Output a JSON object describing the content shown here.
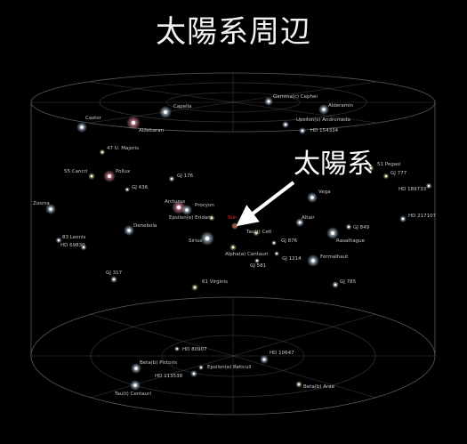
{
  "title": "太陽系周辺",
  "callout_label": "太陽系",
  "colors": {
    "background": "#000000",
    "grid": "#5a5a5a",
    "star": "#ffffff",
    "star_glow_white": "#cfe6ff",
    "star_glow_yellow": "#e8f5a0",
    "star_glow_pink": "#ff9ab0",
    "sun_marker": "#e03030",
    "arrow": "#ffffff",
    "label": "#c9c9c9"
  },
  "stars": [
    {
      "name": "Gamma(c) Cephei",
      "color": "white"
    },
    {
      "name": "Alderamin",
      "color": "white"
    },
    {
      "name": "Capella",
      "color": "white"
    },
    {
      "name": "Castor",
      "color": "white"
    },
    {
      "name": "Aldebaran",
      "color": "pink"
    },
    {
      "name": "Upsilon(s) Andromeda",
      "color": "white"
    },
    {
      "name": "HD 154334",
      "color": "white"
    },
    {
      "name": "47 U. Majoris",
      "color": "yellow"
    },
    {
      "name": "55 Cancri",
      "color": "yellow"
    },
    {
      "name": "Pollux",
      "color": "pink"
    },
    {
      "name": "GJ 176",
      "color": "white"
    },
    {
      "name": "GJ 436",
      "color": "white"
    },
    {
      "name": "51 Pegasi",
      "color": "yellow"
    },
    {
      "name": "GJ 777",
      "color": "yellow"
    },
    {
      "name": "HD 189733",
      "color": "white"
    },
    {
      "name": "Vega",
      "color": "white"
    },
    {
      "name": "Arcturus",
      "color": "pink"
    },
    {
      "name": "Procyon",
      "color": "white"
    },
    {
      "name": "Zosma",
      "color": "white"
    },
    {
      "name": "Denebola",
      "color": "white"
    },
    {
      "name": "Epsilon(e) Eridani",
      "color": "white"
    },
    {
      "name": "Sirius",
      "color": "white"
    },
    {
      "name": "Tau(t) Ceti",
      "color": "yellow"
    },
    {
      "name": "Altair",
      "color": "white"
    },
    {
      "name": "GJ 849",
      "color": "white"
    },
    {
      "name": "HD 217107",
      "color": "white"
    },
    {
      "name": "Rasalhague",
      "color": "white"
    },
    {
      "name": "83 Leonis",
      "color": "white"
    },
    {
      "name": "HD 69830",
      "color": "white"
    },
    {
      "name": "Alpha(a) Centauri",
      "color": "yellow"
    },
    {
      "name": "GJ 876",
      "color": "white"
    },
    {
      "name": "GJ 581",
      "color": "white"
    },
    {
      "name": "GJ 1214",
      "color": "white"
    },
    {
      "name": "Formalhaut",
      "color": "white"
    },
    {
      "name": "GJ 317",
      "color": "white"
    },
    {
      "name": "61 Virginis",
      "color": "yellow"
    },
    {
      "name": "GJ 785",
      "color": "white"
    },
    {
      "name": "HD 80907",
      "color": "white"
    },
    {
      "name": "HD 10647",
      "color": "white"
    },
    {
      "name": "Beta(b) Pictoris",
      "color": "white"
    },
    {
      "name": "HD 113538",
      "color": "white"
    },
    {
      "name": "Epsilon(e) Reticuli",
      "color": "white"
    },
    {
      "name": "Beta(b) Arae",
      "color": "yellow"
    },
    {
      "name": "Tau(t) Centauri",
      "color": "white"
    }
  ],
  "sun": {
    "name": "Sun"
  }
}
